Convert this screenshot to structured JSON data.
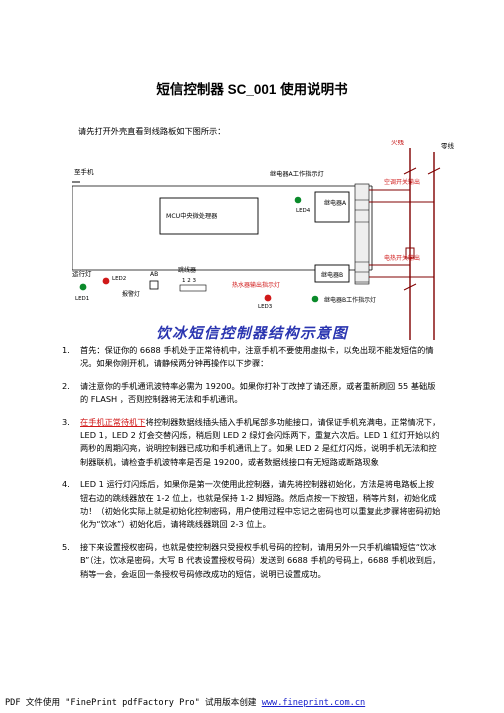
{
  "doc": {
    "title": "短信控制器 SC_001 使用说明书",
    "intro": "请先打开外壳直看到线路板如下图所示："
  },
  "diagram": {
    "caption": "饮冰短信控制器结构示意图",
    "labels": {
      "phone": "至手机",
      "mcu": "MCU中央微处理器",
      "relay_a_indicator": "继电器A工作指示灯",
      "relay_a": "继电器A",
      "led4": "LED4",
      "ac_switch_output": "空调开关输出",
      "live_wire": "火线",
      "neutral_wire": "零线",
      "run_light": "运行灯",
      "led1": "LED1",
      "led2": "LED2",
      "alarm_light": "报警灯",
      "ab": "AB",
      "jumper": "跳线器",
      "jumper_pins": "1 2 3",
      "heater_output_indicator": "热水器输出指示灯",
      "led3": "LED3",
      "relay_b": "继电器B",
      "relay_b_indicator": "继电器B工作指示灯",
      "heater_switch_output": "电热开关输出"
    }
  },
  "steps": [
    {
      "num": "1.",
      "text": "首先：保证你的 6688 手机处于正常待机中，注意手机不要使用虚拟卡，以免出现不能发短信的情况。如果你刚开机，请静候两分钟再操作以下步骤："
    },
    {
      "num": "2.",
      "text": "请注意你的手机通讯波特率必需为 19200。如果你打补丁改掉了请还原，或者重新刷回 55 基础版的 FLASH ，否则控制器将无法和手机通讯。"
    },
    {
      "num": "3.",
      "red": "在手机正常待机下",
      "text": "将控制器数据线插头插入手机尾部多功能接口，请保证手机充满电，正常情况下，LED 1，LED 2 灯会交替闪烁，稍后则 LED 2 绿灯会闪烁两下，重复六次后。LED 1 红灯开始以约两秒的周期闪亮，说明控制器已成功和手机通讯上了。如果 LED 2 是红灯闪烁，说明手机无法和控制器联机，请检查手机波特率是否是 19200，或者数据线接口有无短路或断路现象"
    },
    {
      "num": "4.",
      "text": "LED 1 运行灯闪烁后，如果你是第一次使用此控制器，请先将控制器初始化，方法是将电路板上按钮右边的跳线器放在 1-2 位上，也就是保持 1-2 脚短路。然后点按一下按钮，稍等片刻，初始化成功！（初始化实际上就是初始化控制密码，用户使用过程中忘记之密码也可以重复此步骤将密码初始化为“饮冰”）初始化后，请将跳线器跳回 2-3 位上。"
    },
    {
      "num": "5.",
      "text": "接下来设置授权密码，也就是使控制器只受授权手机号码的控制，请用另外一只手机编辑短信“饮冰 B”（注，饮冰是密码，大写 B 代表设置授权号码）发送到 6688 手机的号码上，6688 手机收到后，稍等一会，会返回一条授权号码修改成功的短信，说明已设置成功。"
    }
  ],
  "footer": {
    "text": "PDF 文件使用 \"FinePrint pdfFactory Pro\" 试用版本创建 ",
    "link": "www.fineprint.com.cn"
  }
}
